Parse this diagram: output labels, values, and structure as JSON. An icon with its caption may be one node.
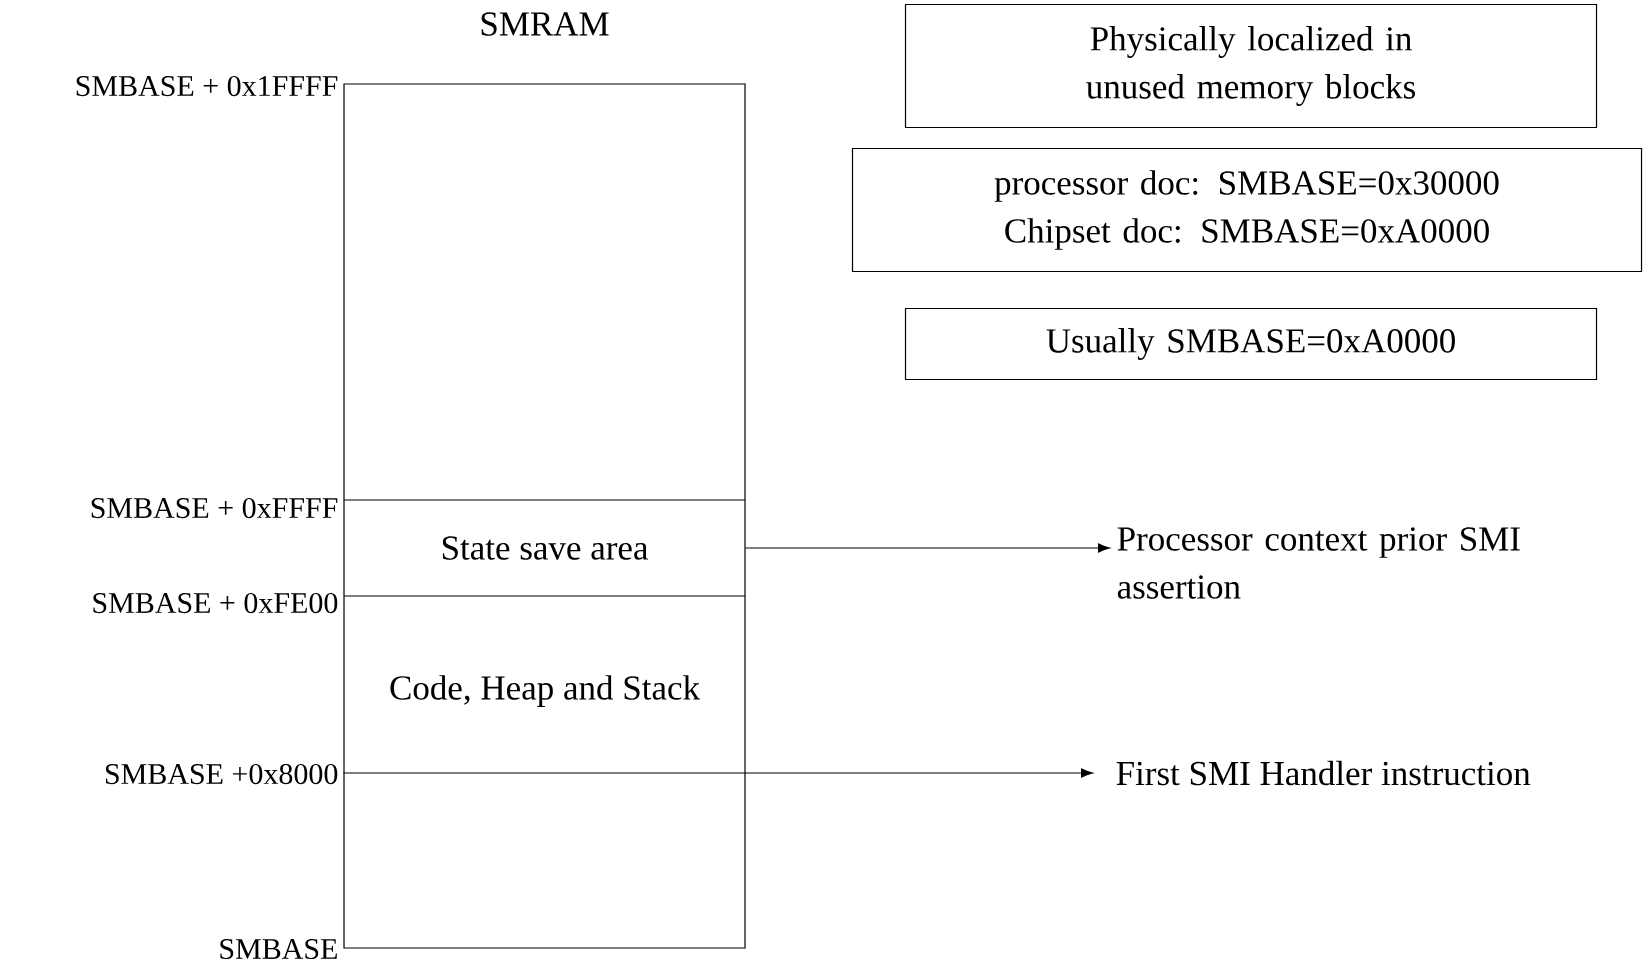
{
  "diagram": {
    "nodes": [
      {
        "text": [
          "SMRAM"
        ]
      },
      {
        "text": [
          "State save area"
        ],
        "in": 0
      },
      {
        "text": [
          "Code, Heap and Stack"
        ],
        "in": 0
      },
      {
        "text": [
          "Physically localized in unused memory blocks"
        ]
      },
      {
        "text": [
          "processor doc: SMBASE=0x30000",
          "Chipset doc: SMBASE=0xA0000"
        ]
      },
      {
        "text": [
          "Usually SMBASE=0xA0000"
        ]
      },
      {
        "text": [
          "Processor context prior SMI assertion"
        ]
      },
      {
        "text": [
          "First SMI Handler instruction"
        ]
      }
    ],
    "edges": [
      {
        "from": 1,
        "to": 6,
        "arrow": "to"
      },
      {
        "from": 0,
        "to": 7,
        "arrow": "to"
      }
    ],
    "labels": [
      "SMBASE + 0x1FFFF",
      "SMBASE + 0xFFFF",
      "SMBASE + 0xFE00",
      "SMBASE +0x8000",
      "SMBASE"
    ]
  }
}
